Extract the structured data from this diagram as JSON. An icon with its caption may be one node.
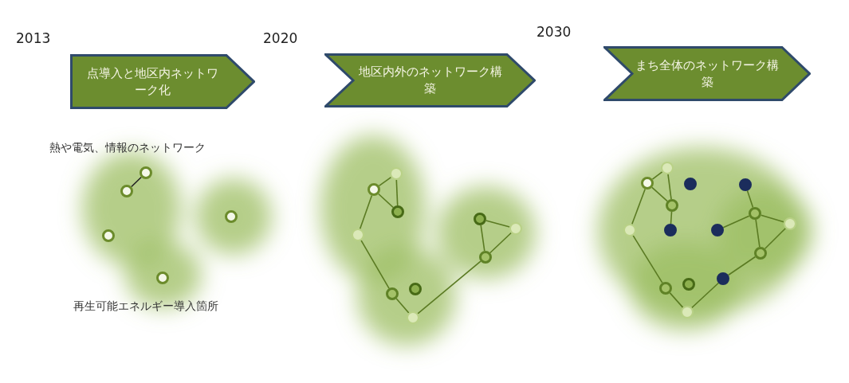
{
  "diagram": {
    "nodes": [
      {
        "text": [
          "点導入と地区内ネットワーク化"
        ]
      },
      {
        "text": [
          "地区内外のネットワーク構築"
        ]
      },
      {
        "text": [
          "まち全体のネットワーク構築"
        ]
      },
      {
        "text": [],
        "shape": "circle"
      },
      {
        "text": [],
        "shape": "circle"
      },
      {
        "text": [],
        "shape": "circle"
      },
      {
        "text": [],
        "shape": "circle"
      },
      {
        "text": [],
        "shape": "circle"
      },
      {
        "text": [],
        "shape": "circle"
      },
      {
        "text": [],
        "shape": "circle"
      },
      {
        "text": [],
        "shape": "circle"
      },
      {
        "text": [],
        "shape": "circle"
      },
      {
        "text": [],
        "shape": "circle"
      },
      {
        "text": [],
        "shape": "circle"
      },
      {
        "text": [],
        "shape": "circle"
      },
      {
        "text": [],
        "shape": "circle"
      },
      {
        "text": [],
        "shape": "circle"
      },
      {
        "text": [],
        "shape": "circle"
      },
      {
        "text": [],
        "shape": "circle"
      },
      {
        "text": [],
        "shape": "circle"
      },
      {
        "text": [],
        "shape": "circle"
      },
      {
        "text": [],
        "shape": "circle"
      },
      {
        "text": [],
        "shape": "circle"
      },
      {
        "text": [],
        "shape": "circle"
      },
      {
        "text": [],
        "shape": "circle"
      },
      {
        "text": [],
        "shape": "circle"
      },
      {
        "text": [],
        "shape": "circle"
      },
      {
        "text": [],
        "shape": "circle"
      },
      {
        "text": [],
        "shape": "circle"
      },
      {
        "text": [],
        "shape": "circle"
      },
      {
        "text": [],
        "shape": "circle"
      },
      {
        "text": [],
        "shape": "circle"
      },
      {
        "text": [],
        "shape": "circle"
      }
    ],
    "edges": [
      {
        "from": 4,
        "to": 3,
        "arrow": "none",
        "color": "#222222"
      },
      {
        "from": 9,
        "to": 8,
        "arrow": "none"
      },
      {
        "from": 8,
        "to": 10,
        "arrow": "none"
      },
      {
        "from": 9,
        "to": 10,
        "arrow": "none"
      },
      {
        "from": 9,
        "to": 11,
        "arrow": "none"
      },
      {
        "from": 11,
        "to": 15,
        "arrow": "none"
      },
      {
        "from": 15,
        "to": 17,
        "arrow": "none"
      },
      {
        "from": 17,
        "to": 14,
        "arrow": "none"
      },
      {
        "from": 14,
        "to": 12,
        "arrow": "none"
      },
      {
        "from": 12,
        "to": 13,
        "arrow": "none"
      },
      {
        "from": 13,
        "to": 14,
        "arrow": "none"
      },
      {
        "from": 19,
        "to": 18,
        "arrow": "none"
      },
      {
        "from": 18,
        "to": 22,
        "arrow": "none"
      },
      {
        "from": 19,
        "to": 22,
        "arrow": "none"
      },
      {
        "from": 22,
        "to": 25,
        "arrow": "none"
      },
      {
        "from": 19,
        "to": 24,
        "arrow": "none"
      },
      {
        "from": 24,
        "to": 30,
        "arrow": "none"
      },
      {
        "from": 30,
        "to": 32,
        "arrow": "none"
      },
      {
        "from": 32,
        "to": 29,
        "arrow": "none"
      },
      {
        "from": 29,
        "to": 28,
        "arrow": "none"
      },
      {
        "from": 28,
        "to": 27,
        "arrow": "none"
      },
      {
        "from": 27,
        "to": 23,
        "arrow": "none"
      },
      {
        "from": 23,
        "to": 21,
        "arrow": "none"
      },
      {
        "from": 23,
        "to": 26,
        "arrow": "none"
      },
      {
        "from": 23,
        "to": 28,
        "arrow": "none"
      }
    ],
    "labels": [
      "2013",
      "2020",
      "2030",
      "熱や電気、情報のネットワーク",
      "再生可能エネルギー導入箇所"
    ]
  }
}
